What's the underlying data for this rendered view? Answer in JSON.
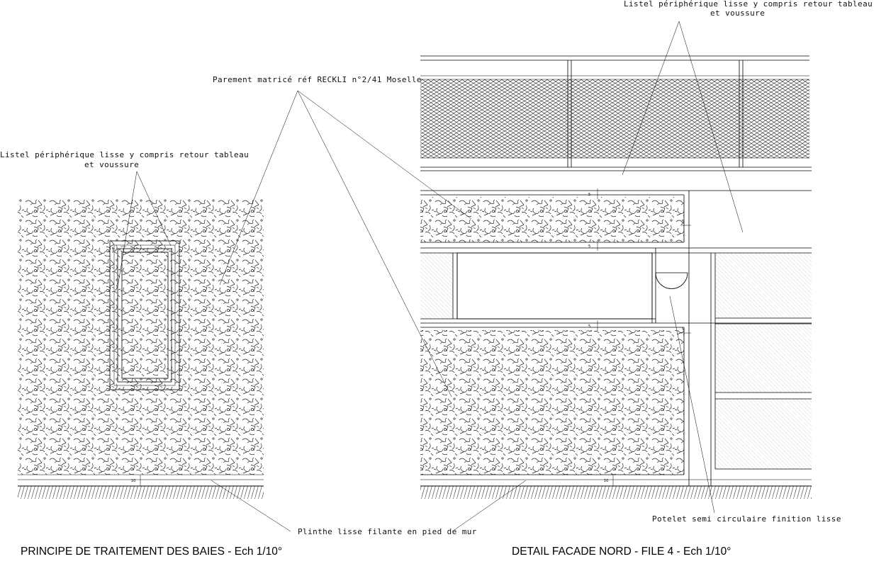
{
  "annotations": {
    "listel_right_line1": "Listel périphérique lisse y compris retour tableau",
    "listel_right_line2": "et voussure",
    "parement": "Parement matricé réf RECKLI n°2/41 Moselle",
    "listel_left_line1": "Listel périphérique lisse y compris retour tableau",
    "listel_left_line2": "et voussure",
    "potelet": "Potelet semi circulaire finition lisse",
    "plinthe": "Plinthe lisse filante en pied de mur"
  },
  "titles": {
    "left": "PRINCIPE DE TRAITEMENT DES BAIES -  Ech 1/10°",
    "right": "DETAIL FACADE NORD - FILE 4 -  Ech 1/10°"
  },
  "dimensions": {
    "five": "5",
    "ten": "10"
  }
}
